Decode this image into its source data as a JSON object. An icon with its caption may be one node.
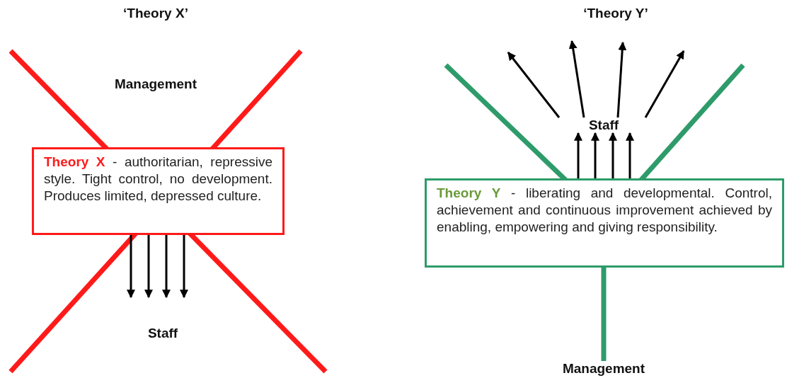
{
  "diagram": {
    "nodes": [
      {
        "text": [
          "Management"
        ]
      },
      {
        "text": [
          "Theory X",
          "- authoritarian, repressive style. Tight control, no development. Produces limited, depressed culture."
        ]
      },
      {
        "text": [
          "Staff"
        ]
      },
      {
        "text": [
          "Staff"
        ]
      },
      {
        "text": [
          "Theory Y",
          "- liberating and developmental. Control, achievement and continuous improvement achieved by enabling, empowering and giving responsibility."
        ]
      },
      {
        "text": [
          "Management"
        ]
      }
    ],
    "edges": [
      {
        "from": 1,
        "to": 2,
        "arrow": "to"
      },
      {
        "from": 1,
        "to": 2,
        "arrow": "to"
      },
      {
        "from": 1,
        "to": 2,
        "arrow": "to"
      },
      {
        "from": 1,
        "to": 2,
        "arrow": "to"
      },
      {
        "from": 4,
        "to": 3,
        "arrow": "to"
      },
      {
        "from": 4,
        "to": 3,
        "arrow": "to"
      },
      {
        "from": 4,
        "to": 3,
        "arrow": "to"
      },
      {
        "from": 4,
        "to": 3,
        "arrow": "to"
      },
      {
        "from": 3,
        "to": null,
        "arrow": "to"
      },
      {
        "from": 3,
        "to": null,
        "arrow": "to"
      },
      {
        "from": 3,
        "to": null,
        "arrow": "to"
      },
      {
        "from": 3,
        "to": null,
        "arrow": "to"
      },
      {
        "from": 4,
        "to": 5,
        "arrow": "none",
        "style": "thick",
        "color": "#2e9b6a"
      }
    ],
    "labels": [
      "‘Theory X’",
      "‘Theory Y’"
    ]
  }
}
